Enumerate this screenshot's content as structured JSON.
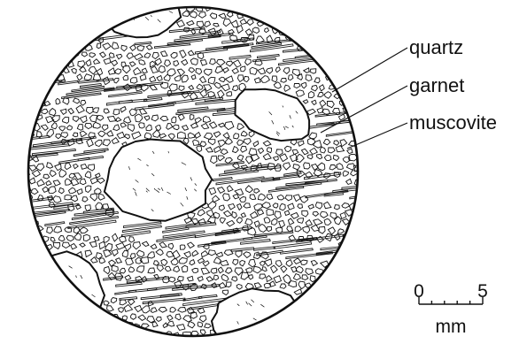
{
  "labels": {
    "quartz": "quartz",
    "garnet": "garnet",
    "muscovite": "muscovite"
  },
  "scale_bar": {
    "min_label": "0",
    "max_label": "5",
    "unit": "mm"
  },
  "colors": {
    "ink": "#111111",
    "background": "#ffffff"
  }
}
